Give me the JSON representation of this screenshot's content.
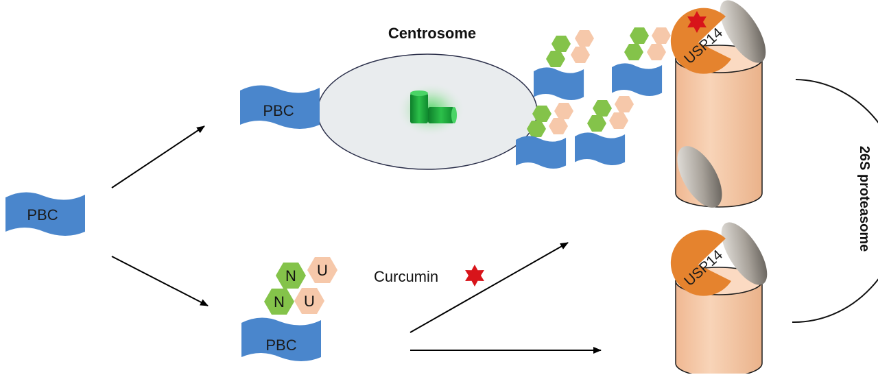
{
  "labels": {
    "centrosome": "Centrosome",
    "pbc": "PBC",
    "nedd8": "N",
    "ubiquitin": "U",
    "curcumin": "Curcumin",
    "usp14": "USP14",
    "proteasome": "26S proteasome"
  },
  "colors": {
    "pbc_blue": "#4a86cc",
    "nedd8_green": "#84c34a",
    "ubiquitin_peach": "#f6c8aa",
    "usp14_orange": "#e5832e",
    "proteasome_core": "#f5caa6",
    "proteasome_cap": "#8f8a82",
    "curcumin_star": "#d8141a",
    "centrosome_fill": "#e9ecee",
    "centriole_green": "#1fa83a"
  },
  "icons": {
    "curcumin": "star-icon",
    "centriole": "centriole-icon"
  }
}
